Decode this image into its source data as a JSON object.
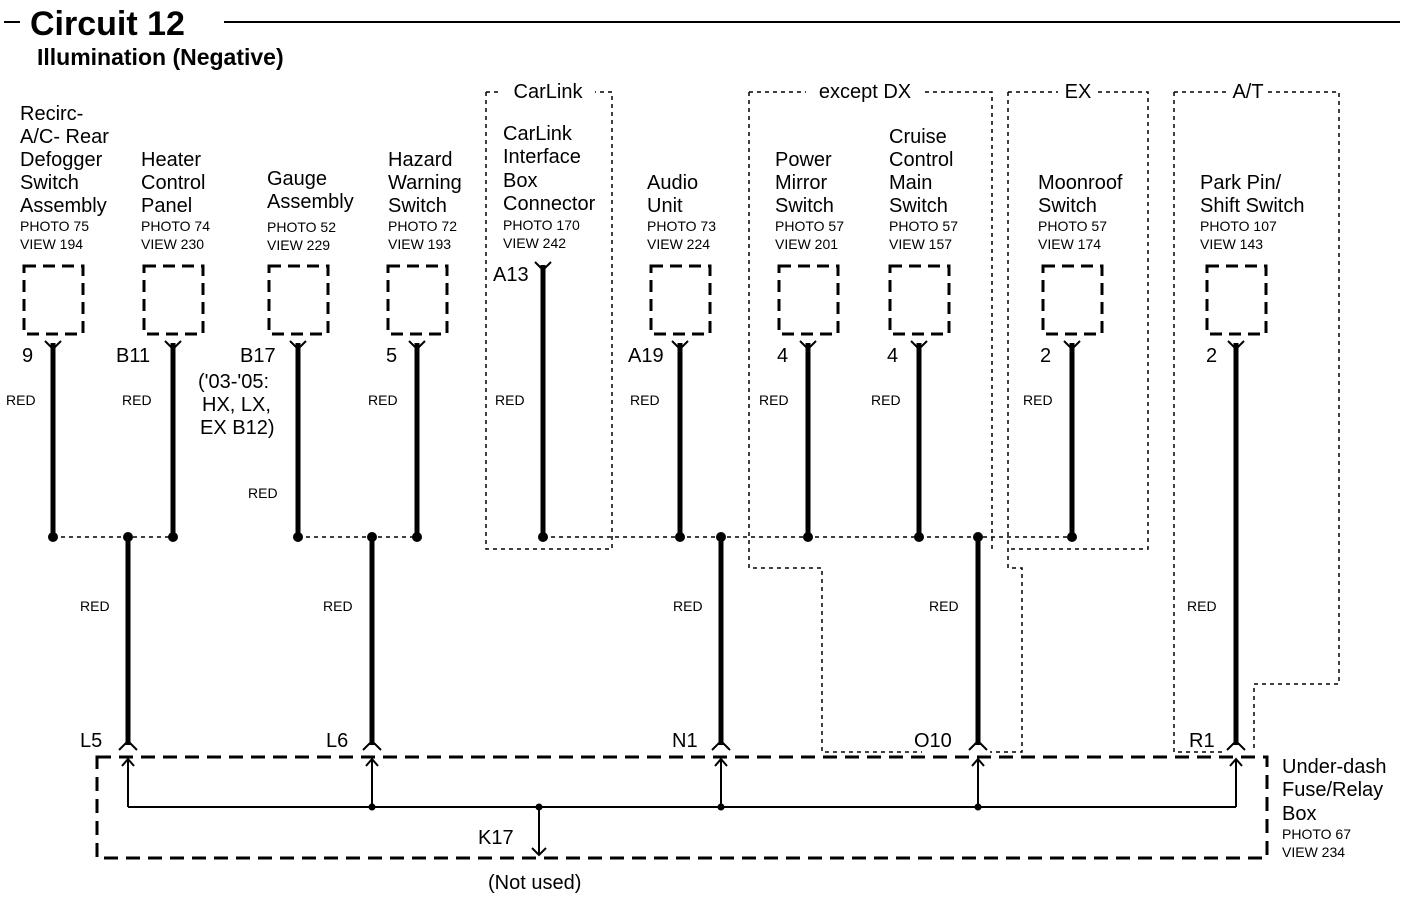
{
  "header": {
    "title": "Circuit 12",
    "subtitle": "Illumination (Negative)"
  },
  "groups": {
    "carlink": "CarLink",
    "except_dx": "except DX",
    "ex": "EX",
    "at": "A/T"
  },
  "components": [
    {
      "key": "recirc",
      "lines": [
        "Recirc-",
        "A/C- Rear",
        "Defogger",
        "Switch",
        "Assembly"
      ],
      "photo": "PHOTO 75",
      "view": "VIEW 194",
      "pin": "9",
      "wire": "RED"
    },
    {
      "key": "heater",
      "lines": [
        "Heater",
        "Control",
        "Panel"
      ],
      "photo": "PHOTO 74",
      "view": "VIEW 230",
      "pin": "B11",
      "wire": "RED"
    },
    {
      "key": "gauge",
      "lines": [
        "Gauge",
        "Assembly"
      ],
      "photo": "PHOTO 52",
      "view": "VIEW 229",
      "pin": "B17",
      "wire": "RED",
      "pin_note": [
        "('03-'05:",
        "HX, LX,",
        "EX B12)"
      ]
    },
    {
      "key": "hazard",
      "lines": [
        "Hazard",
        "Warning",
        "Switch"
      ],
      "photo": "PHOTO 72",
      "view": "VIEW 193",
      "pin": "5",
      "wire": "RED"
    },
    {
      "key": "carlink_box",
      "lines": [
        "CarLink",
        "Interface",
        "Box",
        "Connector"
      ],
      "photo": "PHOTO 170",
      "view": "VIEW 242",
      "pin": "A13",
      "wire": "RED"
    },
    {
      "key": "audio",
      "lines": [
        "Audio",
        "Unit"
      ],
      "photo": "PHOTO 73",
      "view": "VIEW 224",
      "pin": "A19",
      "wire": "RED"
    },
    {
      "key": "mirror",
      "lines": [
        "Power",
        "Mirror",
        "Switch"
      ],
      "photo": "PHOTO 57",
      "view": "VIEW 201",
      "pin": "4",
      "wire": "RED"
    },
    {
      "key": "cruise",
      "lines": [
        "Cruise",
        "Control",
        "Main",
        "Switch"
      ],
      "photo": "PHOTO 57",
      "view": "VIEW 157",
      "pin": "4",
      "wire": "RED"
    },
    {
      "key": "moonroof",
      "lines": [
        "Moonroof",
        "Switch"
      ],
      "photo": "PHOTO 57",
      "view": "VIEW 174",
      "pin": "2",
      "wire": "RED"
    },
    {
      "key": "parkpin",
      "lines": [
        "Park Pin/",
        "Shift Switch"
      ],
      "photo": "PHOTO 107",
      "view": "VIEW 143",
      "pin": "2",
      "wire": "RED"
    }
  ],
  "trunks": [
    {
      "key": "l5",
      "terminal": "L5",
      "wire": "RED"
    },
    {
      "key": "l6",
      "terminal": "L6",
      "wire": "RED"
    },
    {
      "key": "n1",
      "terminal": "N1",
      "wire": "RED"
    },
    {
      "key": "o10",
      "terminal": "O10",
      "wire": "RED"
    },
    {
      "key": "r1",
      "terminal": "R1",
      "wire": "RED"
    }
  ],
  "fuse_box": {
    "lines": [
      "Under-dash",
      "Fuse/Relay",
      "Box"
    ],
    "photo": "PHOTO 67",
    "view": "VIEW 234",
    "ground_terminal": "K17",
    "ground_note": "(Not used)"
  }
}
